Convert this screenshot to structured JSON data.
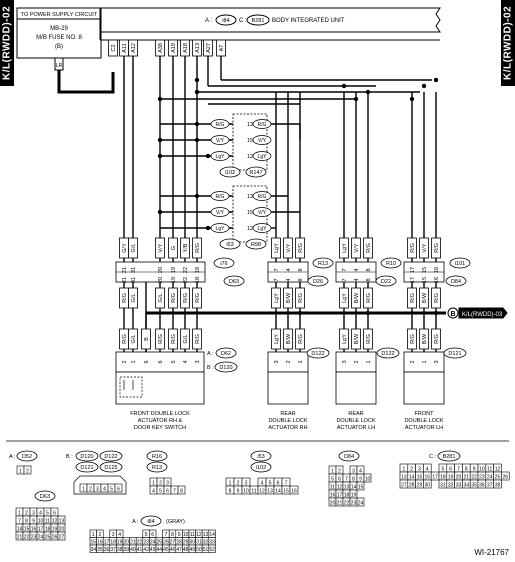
{
  "side_tab_label": "K/L(RWDD)-02",
  "power_box": {
    "title": "TO POWER SUPPLY CIRCUIT",
    "fuse_line1": "MB-29",
    "fuse_line2": "M/B FUSE NO. 8",
    "fuse_line3": "(B)",
    "wire": "LR"
  },
  "body_unit": {
    "title": "BODY INTEGRATED UNIT",
    "conn_prefix": "A :",
    "conn_a": "i84",
    "conn_c_prefix": "C :",
    "conn_c": "B281"
  },
  "unit_pins": [
    "C2",
    "A11",
    "A12",
    "A38",
    "A19",
    "A18",
    "A13",
    "A27",
    "A7"
  ],
  "unit_wires": [
    "LR",
    "G/Y",
    "G/L",
    "V/Y",
    "G",
    "Y/B",
    "R/G",
    "LgY",
    "R/G"
  ],
  "splice_upper": {
    "rows": [
      {
        "left": "R/G",
        "pin": "13",
        "right": "R/G"
      },
      {
        "left": "V/Y",
        "pin": "15",
        "right": "V/Y"
      },
      {
        "left": "LgY",
        "pin": "12",
        "right": "LgY"
      }
    ],
    "conn_left": "i102",
    "conn_right": "R147"
  },
  "splice_lower": {
    "rows": [
      {
        "left": "R/G",
        "pin": "13",
        "right": "R/G"
      },
      {
        "left": "V/Y",
        "pin": "15",
        "right": "V/Y"
      },
      {
        "left": "LgY",
        "pin": "12",
        "right": "LgY"
      }
    ],
    "conn_left": "i53",
    "conn_right": "R98"
  },
  "conn_row": {
    "groups": [
      {
        "name": "front-rh",
        "pins": [
          "21",
          "31",
          "20",
          "19",
          "22",
          "18"
        ],
        "top_wires": [
          "G/Y",
          "G/L",
          "V/Y",
          "G",
          "Y/B",
          "R/G"
        ],
        "label_top": "i76",
        "label_bottom": "D63"
      },
      {
        "name": "rear-rh",
        "pins": [
          "7",
          "4",
          "8"
        ],
        "top_wires": [
          "LgY",
          "V/Y",
          "R/G"
        ],
        "label_top": "R13",
        "label_bottom": "D26"
      },
      {
        "name": "rear-lh",
        "pins": [
          "7",
          "4",
          "8"
        ],
        "top_wires": [
          "LgY",
          "V/Y",
          "R/G"
        ],
        "label_top": "R10",
        "label_bottom": "D22"
      },
      {
        "name": "front-lh",
        "pins": [
          "17",
          "15",
          "16"
        ],
        "top_wires": [
          "R/G",
          "V/Y",
          "R/G"
        ],
        "label_top": "i101",
        "label_bottom": "D84"
      }
    ],
    "bottom_wires_front_rh": [
      "R/G",
      "G/L",
      "G/L",
      "R/G",
      "R/G",
      "R/G"
    ]
  },
  "ground_bus_label": "K/L(RWDD)-03",
  "ground_bus_marker": "B",
  "actuators": [
    {
      "id": "front-rh",
      "line1": "FRONT DOUBLE LOCK",
      "line2": "ACTUATOR RH &",
      "line3": "DOOR KEY SWITCH",
      "conn_a_prefix": "A :",
      "conn_a": "D62",
      "conn_b_prefix": "B :",
      "conn_b": "D120"
    },
    {
      "id": "rear-rh",
      "line1": "REAR",
      "line2": "DOUBLE LOCK",
      "line3": "ACTUATOR RH",
      "conn": "D122"
    },
    {
      "id": "rear-lh",
      "line1": "REAR",
      "line2": "DOUBLE LOCK",
      "line3": "ACTUATOR LH",
      "conn": "D122"
    },
    {
      "id": "front-lh",
      "line1": "FRONT",
      "line2": "DOUBLE LOCK",
      "line3": "ACTUATOR LH",
      "conn": "D121"
    }
  ],
  "legend": {
    "d52": {
      "prefix": "A :",
      "name": "D52"
    },
    "d120": {
      "prefix": "B :",
      "names": [
        "D120",
        "D122",
        "D121",
        "D125"
      ]
    },
    "r16": {
      "names": [
        "R16",
        "R13"
      ]
    },
    "i53": {
      "names": [
        "i53",
        "i102"
      ]
    },
    "d84": {
      "name": "D84"
    },
    "b281": {
      "prefix": "C :",
      "name": "B281"
    },
    "d63": {
      "name": "D63"
    },
    "i84": {
      "prefix": "A :",
      "name": "i84",
      "suffix": "(GRAY)"
    }
  },
  "figure_id": "WI-21767"
}
